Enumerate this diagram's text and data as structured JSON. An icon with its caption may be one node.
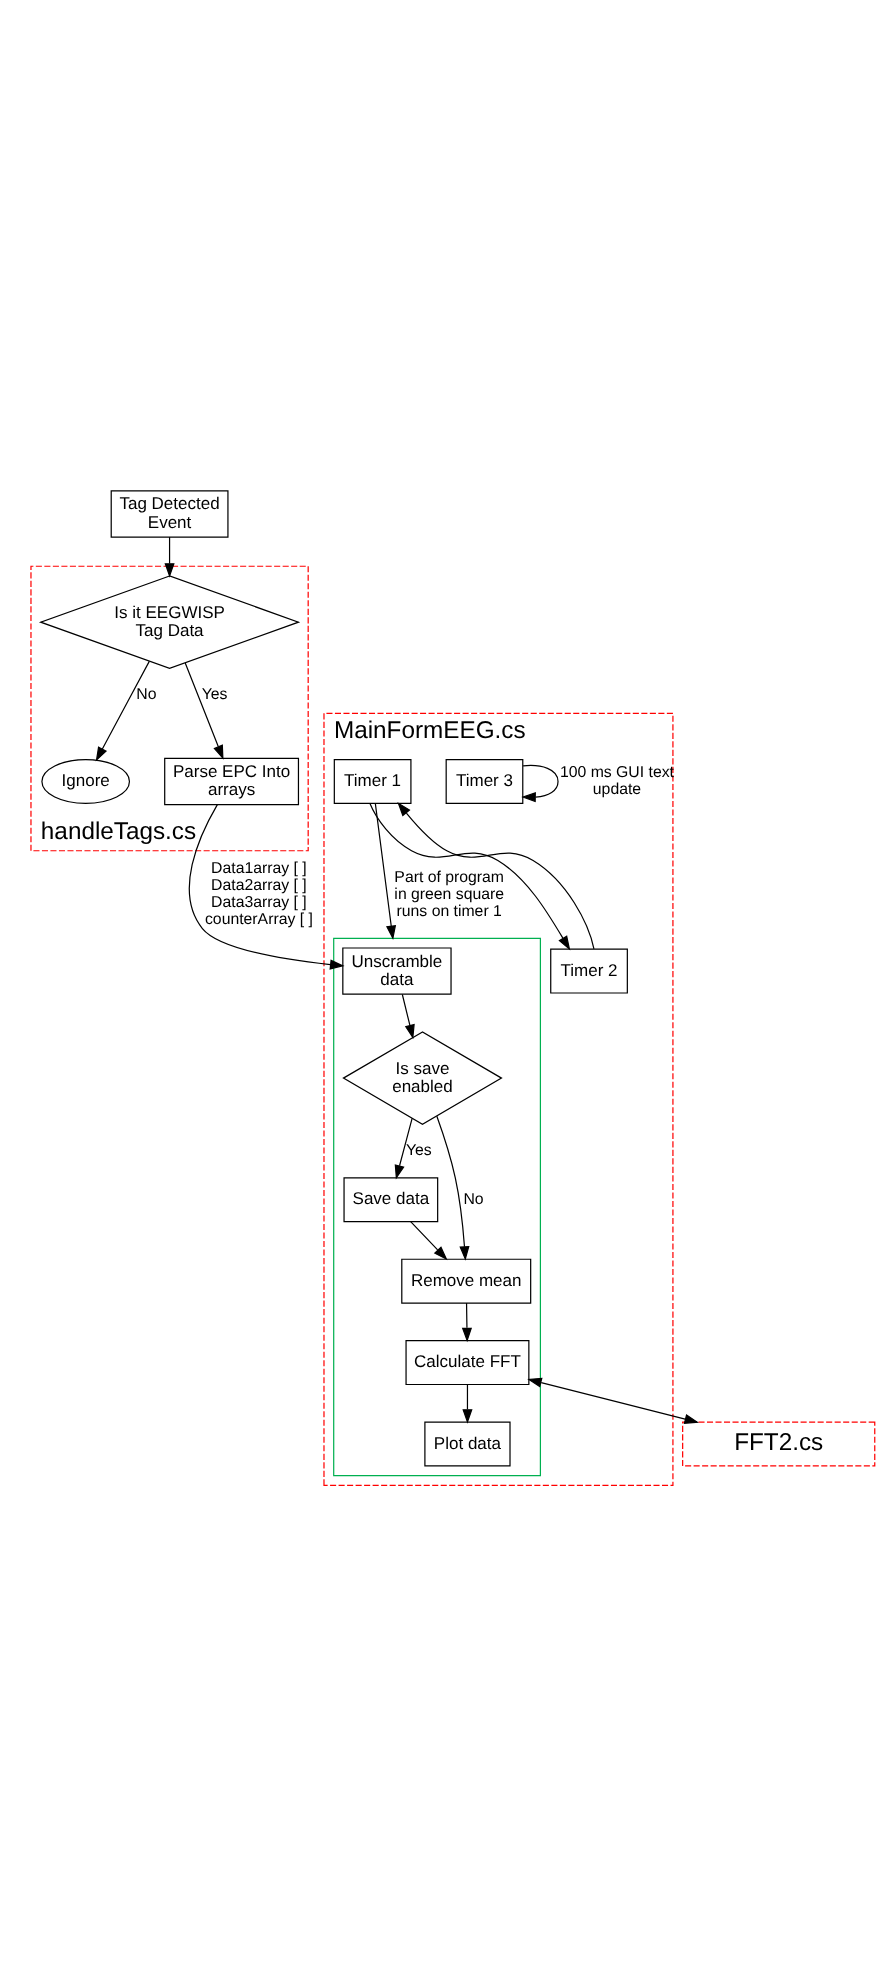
{
  "diagram": {
    "nodes": [
      {
        "text": [
          "Tag Detected Event"
        ]
      },
      {
        "text": [
          "handleTags.cs"
        ]
      },
      {
        "text": [
          "Is it EEGWISP Tag Data"
        ],
        "in": 1
      },
      {
        "text": [
          "Ignore"
        ],
        "in": 1
      },
      {
        "text": [
          "Parse EPC Into arrays"
        ],
        "in": 1
      },
      {
        "text": [
          "MainFormEEG.cs"
        ]
      },
      {
        "text": [],
        "shape": "box",
        "in": 5
      },
      {
        "text": [
          "Unscramble data"
        ],
        "in": 6
      },
      {
        "text": [
          "Is save enabled"
        ],
        "in": 6
      },
      {
        "text": [
          "Save data"
        ],
        "in": 6
      },
      {
        "text": [
          "Remove mean"
        ],
        "in": 6
      },
      {
        "text": [
          "Calculate FFT"
        ],
        "in": 6
      },
      {
        "text": [
          "Plot data"
        ],
        "in": 6
      },
      {
        "text": [
          "Timer 1"
        ],
        "in": 5
      },
      {
        "text": [
          "Timer 2"
        ],
        "in": 5
      },
      {
        "text": [
          "Timer 3"
        ],
        "in": 5
      },
      {
        "text": [
          "FFT2.cs"
        ]
      }
    ],
    "edges": [
      {
        "from": 0,
        "to": 2,
        "arrow": "to"
      },
      {
        "from": 2,
        "to": 3,
        "arrow": "to",
        "label": "No"
      },
      {
        "from": 2,
        "to": 4,
        "arrow": "to",
        "label": "Yes"
      },
      {
        "from": 4,
        "to": 7,
        "arrow": "to",
        "label": "Data1array [ ] Data2array [ ] Data3array [ ] counterArray [ ]"
      },
      {
        "from": 7,
        "to": 8,
        "arrow": "to"
      },
      {
        "from": 8,
        "to": 10,
        "arrow": "to",
        "label": "No"
      },
      {
        "from": 8,
        "to": 9,
        "arrow": "to",
        "label": "Yes"
      },
      {
        "from": 9,
        "to": 10,
        "arrow": "to"
      },
      {
        "from": 10,
        "to": 11,
        "arrow": "to"
      },
      {
        "from": 11,
        "to": 12,
        "arrow": "to"
      },
      {
        "from": 13,
        "to": 6,
        "arrow": "to",
        "label": "Part of program in green square runs on timer 1"
      },
      {
        "from": 13,
        "to": 14,
        "arrow": "to"
      },
      {
        "from": 14,
        "to": 13,
        "arrow": "to"
      },
      {
        "from": 15,
        "to": 15,
        "arrow": "to",
        "label": "100 ms GUI text update"
      },
      {
        "from": 11,
        "to": 16,
        "arrow": "both"
      }
    ]
  }
}
